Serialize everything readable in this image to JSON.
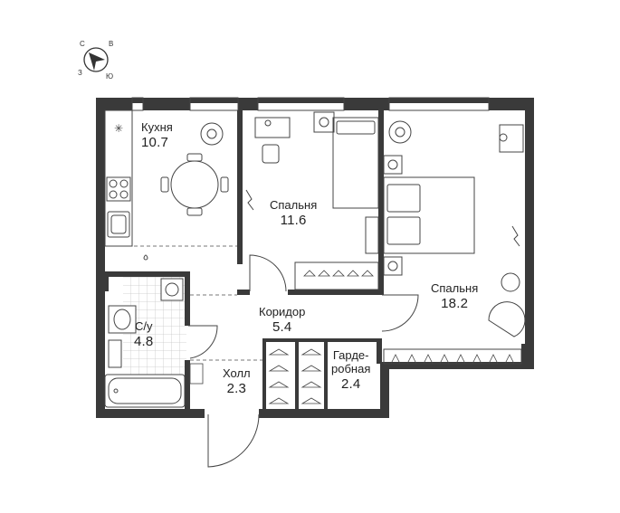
{
  "compass": {
    "n": "С",
    "e": "В",
    "w": "З",
    "s": "Ю"
  },
  "rooms": {
    "kitchen": {
      "name": "Кухня",
      "area": "10.7"
    },
    "bedroom1": {
      "name": "Спальня",
      "area": "11.6"
    },
    "bedroom2": {
      "name": "Спальня",
      "area": "18.2"
    },
    "corridor": {
      "name": "Коридор",
      "area": "5.4"
    },
    "bathroom": {
      "name": "С/у",
      "area": "4.8"
    },
    "hall": {
      "name": "Холл",
      "area": "2.3"
    },
    "wardrobe": {
      "name1": "Гарде-",
      "name2": "робная",
      "area": "2.4"
    }
  },
  "colors": {
    "wall": "#3a3a3a",
    "line": "#444444",
    "tile": "#cfcfcf"
  }
}
